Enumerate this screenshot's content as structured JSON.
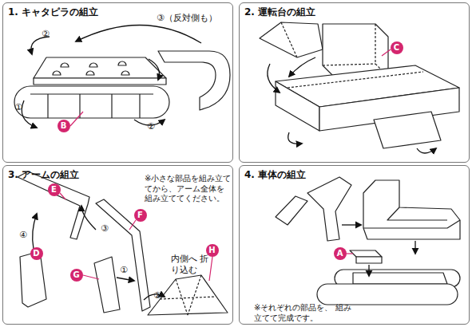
{
  "diagram": {
    "nodes": [
      {
        "text": [
          "1. キャタピラの組立"
        ]
      },
      {
        "text": [
          "B"
        ],
        "in": 0
      },
      {
        "text": [
          "2. 運転台の組立"
        ]
      },
      {
        "text": [
          "C"
        ],
        "in": 2
      },
      {
        "text": [
          "3. アームの組立"
        ]
      },
      {
        "text": [
          "E"
        ],
        "in": 4
      },
      {
        "text": [
          "F"
        ],
        "in": 4
      },
      {
        "text": [
          "D"
        ],
        "in": 4
      },
      {
        "text": [
          "G"
        ],
        "in": 4
      },
      {
        "text": [
          "H"
        ],
        "in": 4
      },
      {
        "text": [
          "4. 車体の組立"
        ]
      },
      {
        "text": [
          "A"
        ],
        "in": 10
      }
    ],
    "labels": [
      "①",
      "②",
      "②",
      "③（反対側も）",
      "③",
      "④",
      "①",
      "②",
      "内側へ 折り込む",
      "※小さな部品を組み立て てから、アーム全体を 組み立ててください。",
      "※それぞれの部品を、 組み立てて完成です。"
    ]
  }
}
